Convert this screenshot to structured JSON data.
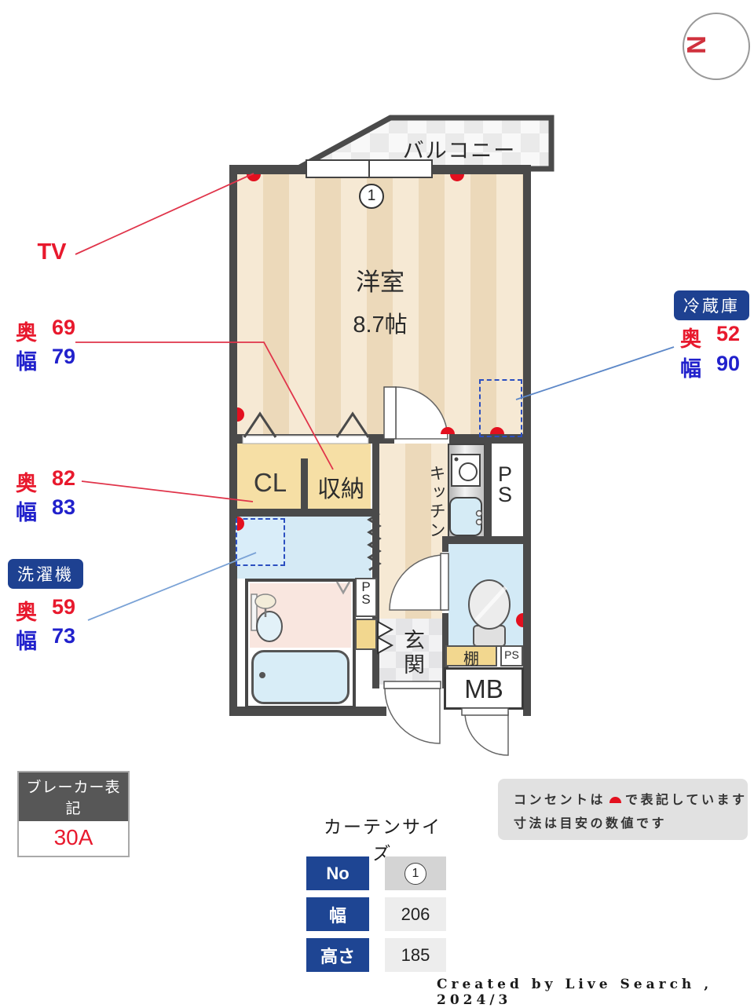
{
  "colors": {
    "accent_red": "#e8192d",
    "accent_blue": "#2121cc",
    "badge_navy": "#1e4191",
    "wall": "#4a4a4a",
    "outlet_red": "#e3101f"
  },
  "compass": {
    "north_label": "N"
  },
  "plan": {
    "balcony_label": "バルコニー",
    "room_name": "洋室",
    "room_size": "8.7帖",
    "window_no": "1",
    "closet_label": "CL",
    "storage_label": "収納",
    "kitchen_label": "キッチン",
    "ps_stacked": "P\nS",
    "entrance_label": "玄関",
    "shelf_label": "棚",
    "ps_small": "PS",
    "mb_label": "MB"
  },
  "annotations": {
    "tv_label": "TV",
    "storage_dims": {
      "rows": [
        {
          "k": "奥",
          "v": "69"
        },
        {
          "k": "幅",
          "v": "79"
        }
      ]
    },
    "closet_dims": {
      "rows": [
        {
          "k": "奥",
          "v": "82"
        },
        {
          "k": "幅",
          "v": "83"
        }
      ]
    },
    "washer": {
      "badge": "洗濯機",
      "rows": [
        {
          "k": "奥",
          "v": "59"
        },
        {
          "k": "幅",
          "v": "73"
        }
      ]
    },
    "fridge": {
      "badge": "冷蔵庫",
      "rows": [
        {
          "k": "奥",
          "v": "52"
        },
        {
          "k": "幅",
          "v": "90"
        }
      ]
    }
  },
  "breaker": {
    "title": "ブレーカー表記",
    "value": "30A"
  },
  "note": {
    "line1_pre": "コンセントは",
    "line1_post": "で表記しています",
    "line2": "寸法は目安の数値です"
  },
  "curtain": {
    "title": "カーテンサイズ",
    "row_no_label": "No",
    "row_no_value": "1",
    "row_width_label": "幅",
    "row_width_value": "206",
    "row_height_label": "高さ",
    "row_height_value": "185"
  },
  "footer": {
    "credit": "Created by Live Search , 2024/3"
  }
}
